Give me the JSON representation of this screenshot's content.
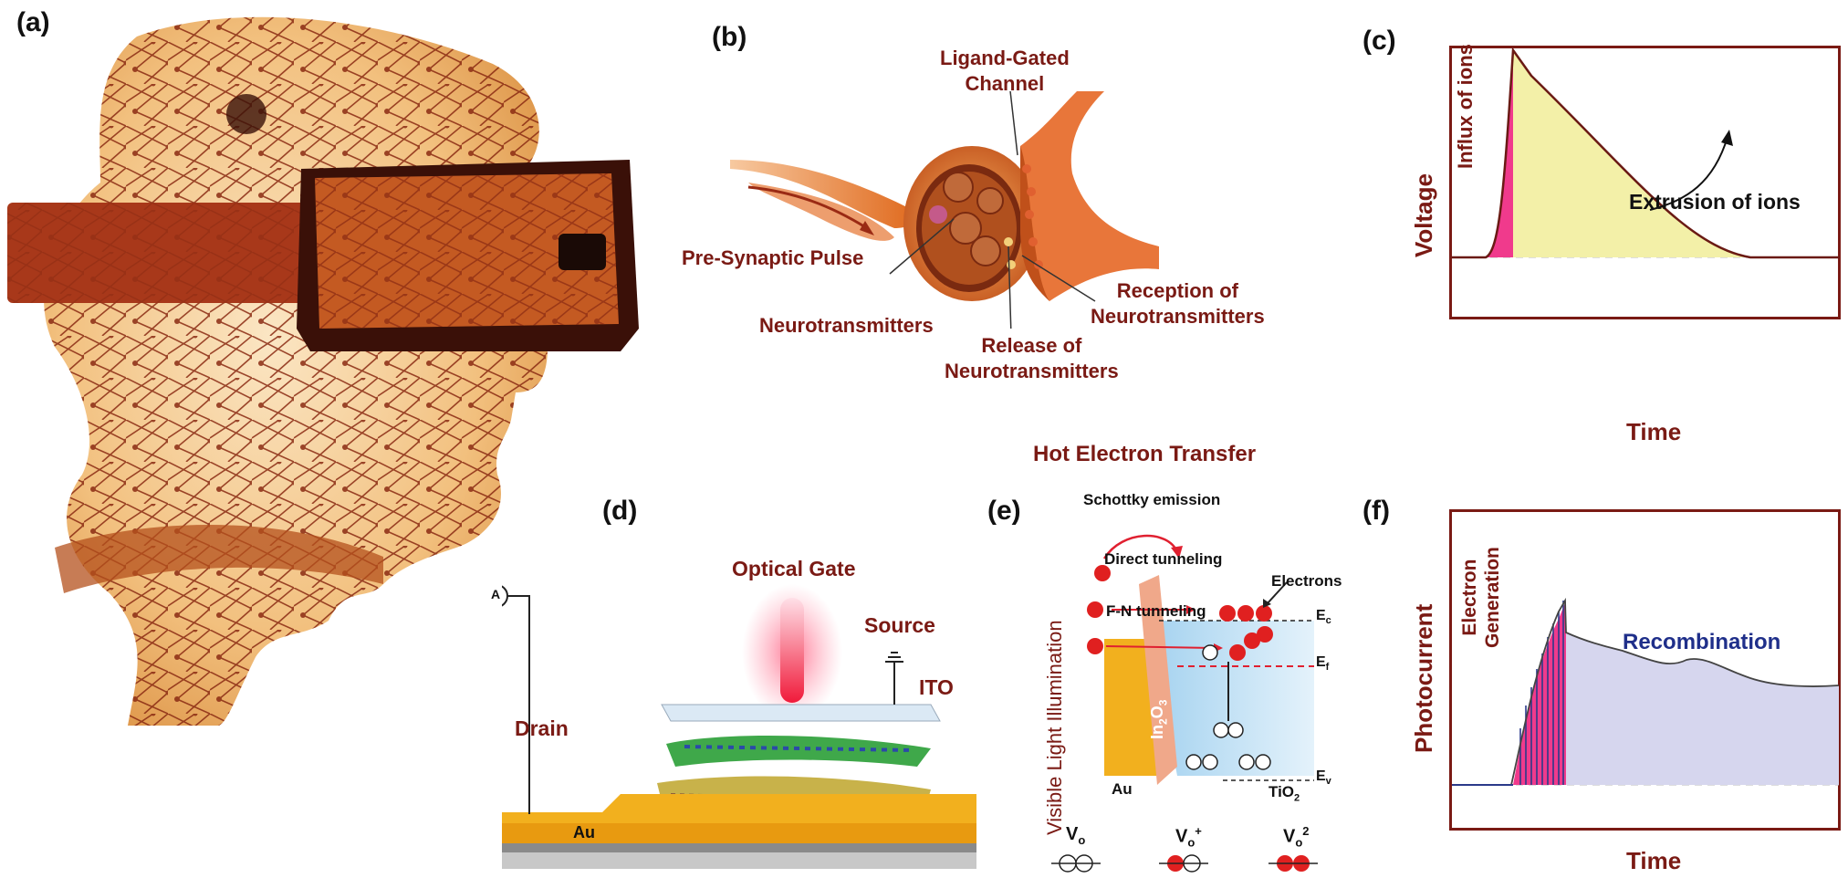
{
  "panels": {
    "a": "(a)",
    "b": "(b)",
    "c": "(c)",
    "d": "(d)",
    "e": "(e)",
    "f": "(f)"
  },
  "b": {
    "ligand_gated_line1": "Ligand-Gated",
    "ligand_gated_line2": "Channel",
    "pre_synaptic_pulse": "Pre-Synaptic Pulse",
    "neurotransmitters": "Neurotransmitters",
    "release_line1": "Release of",
    "release_line2": "Neurotransmitters",
    "reception_line1": "Reception of",
    "reception_line2": "Neurotransmitters"
  },
  "c": {
    "influx": "Influx of ions",
    "extrusion": "Extrusion of ions",
    "ylabel": "Voltage",
    "xlabel": "Time"
  },
  "d": {
    "optical_gate": "Optical Gate",
    "source": "Source",
    "ito": "ITO",
    "drain": "Drain",
    "ammeter": "A",
    "au": "Au"
  },
  "e": {
    "title": "Hot Electron Transfer",
    "schottky": "Schottky emission",
    "direct": "Direct tunneling",
    "fn": "F-N tunneling",
    "electrons": "Electrons",
    "ec": "E",
    "ec_sub": "c",
    "ef": "E",
    "ef_sub": "f",
    "ev": "E",
    "ev_sub": "v",
    "au": "Au",
    "tio2": "TiO",
    "tio2_sub": "2",
    "in2o3_a": "In",
    "in2o3_sub1": "2",
    "in2o3_b": "O",
    "in2o3_sub2": "3",
    "side_label": "Visible Light Illumination",
    "vo": "V",
    "vo_sub": "o",
    "vo1_sup": "+",
    "vo2_sup": "2"
  },
  "f": {
    "generation_line1": "Electron",
    "generation_line2": "Generation",
    "recombination": "Recombination",
    "ylabel": "Photocurrent",
    "xlabel": "Time"
  },
  "colors": {
    "label_red": "#7a1a14",
    "recombination_blue": "#1f2f8a",
    "influx_pink": "#f03a8c",
    "extrusion_yellow": "#f3f0a8",
    "recombination_fill": "#d6d6ee",
    "au_gold": "#f2b01e"
  }
}
